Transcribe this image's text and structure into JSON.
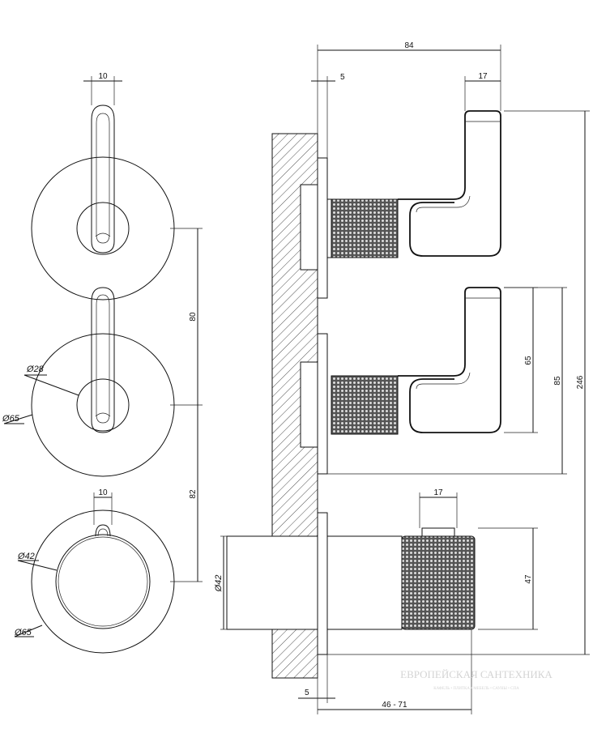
{
  "dimensions": {
    "lever_width_top": "10",
    "center_spacing": "80",
    "lower_spacing": "82",
    "knob_width_bottom": "10",
    "dia_28": "28",
    "dia_65_a": "65",
    "dia_42": "42",
    "dia_65_b": "65",
    "overall_depth": "84",
    "plate_thickness_top": "5",
    "lever_tip_width": "17",
    "lever_height_65": "65",
    "lever_height_85": "85",
    "total_height": "246",
    "knob_tip_width": "17",
    "knob_height": "47",
    "body_diameter": "42",
    "plate_thickness_bottom": "5",
    "install_depth": "46 - 71"
  },
  "diameter_symbol": "Ø",
  "watermark": {
    "title": "ЕВРОПЕЙСКАЯ САНТЕХНИКА",
    "subtitle": "КАФЕЛЬ • ПЛИТКА • МЕБЕЛЬ • САУНЫ • СПА"
  }
}
